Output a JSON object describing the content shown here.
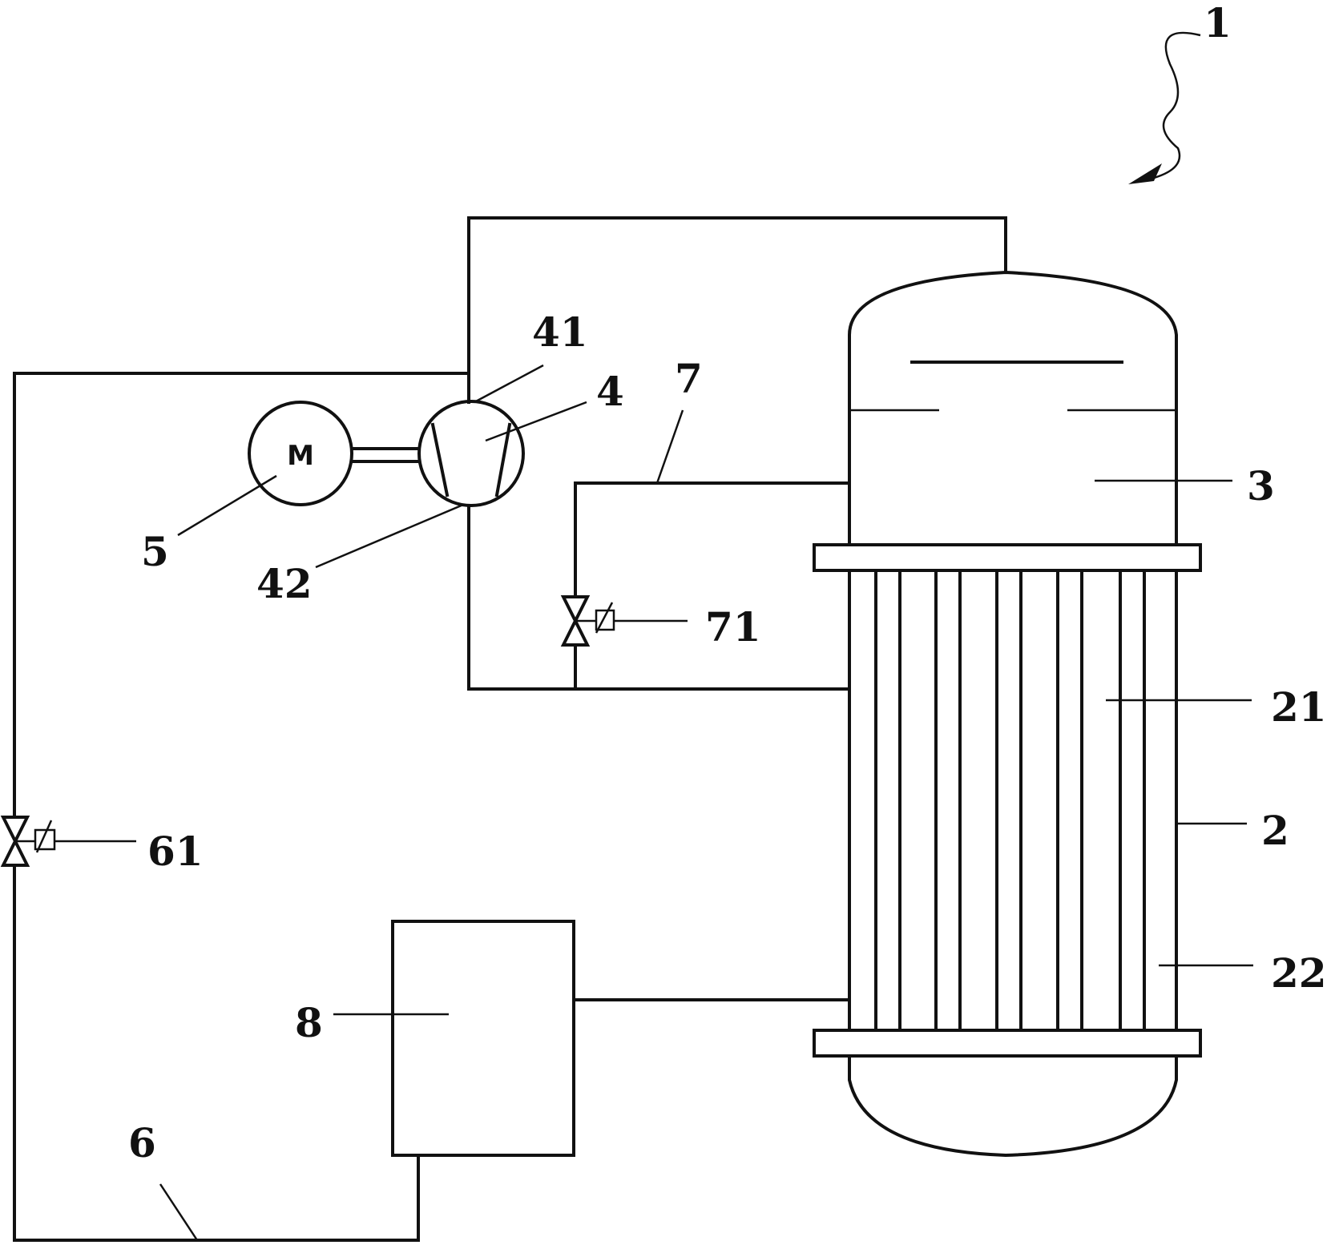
{
  "labels": {
    "assembly": "1",
    "shell": "2",
    "head": "3",
    "compressor": "4",
    "motor": "5",
    "line_6": "6",
    "line_7": "7",
    "box_8": "8",
    "tube_21": "21",
    "tube_22": "22",
    "port_41": "41",
    "port_42": "42",
    "valve_61": "61",
    "valve_71": "71"
  },
  "motor_letter": "M"
}
